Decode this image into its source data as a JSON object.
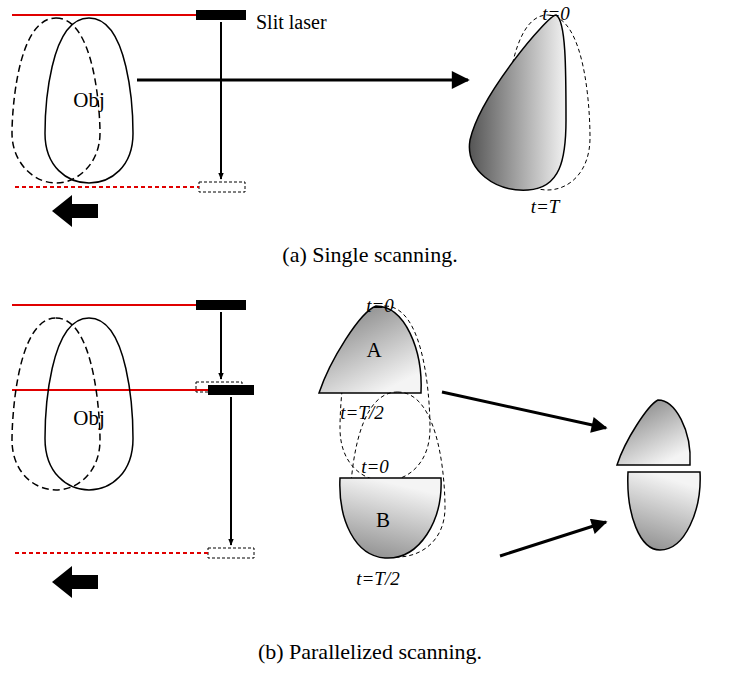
{
  "diagram": {
    "nodes": [
      {
        "text": [
          "Obj"
        ]
      },
      {
        "text": [
          "t=0",
          "t=T"
        ]
      },
      {
        "text": [
          "Obj"
        ]
      },
      {
        "text": [
          "A",
          "t=0",
          "t=T/2"
        ]
      },
      {
        "text": [
          "B",
          "t=0",
          "t=T/2"
        ]
      }
    ],
    "edges": [
      {
        "from": 0,
        "to": 1,
        "arrow": "to"
      }
    ],
    "labels": [
      "Slit laser",
      "(a) Single scanning.",
      "(b) Parallelized scanning."
    ]
  }
}
